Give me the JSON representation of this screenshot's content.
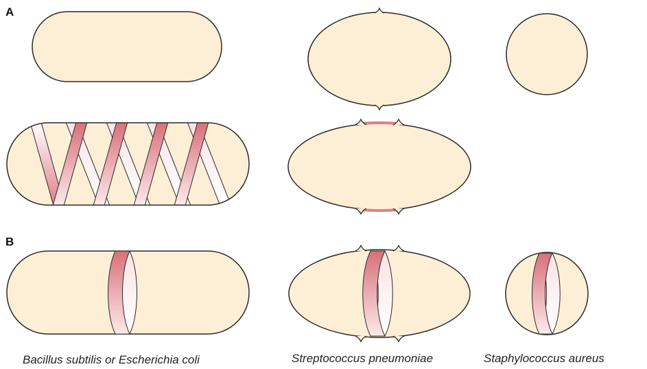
{
  "panels": {
    "a_label": "A",
    "b_label": "B"
  },
  "captions": {
    "rod": "Bacillus subtilis or Escherichia coli",
    "ovococcus": "Streptococcus pneumoniae",
    "coccus": "Staphylococcus aureus"
  },
  "colors": {
    "cell_fill": "#fdefd6",
    "outline": "#2a2a2a",
    "band_dark": "#d8707a",
    "band_light": "#fbe3e4",
    "septum_rim": "#e07e86"
  }
}
